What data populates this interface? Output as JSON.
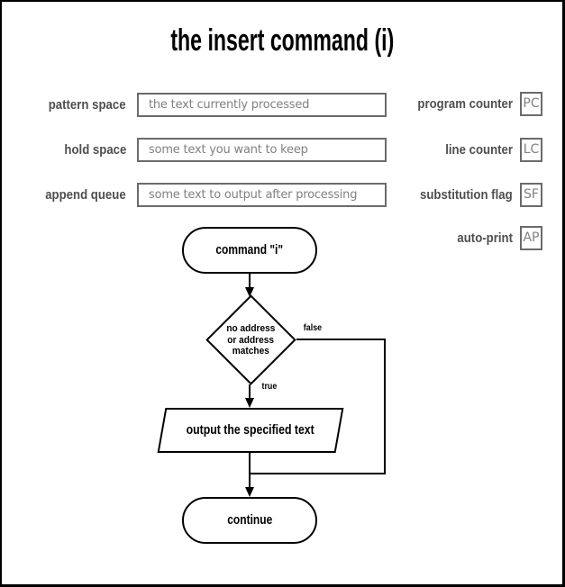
{
  "title": "the insert command (i)",
  "registers_left": [
    {
      "label": "pattern space",
      "value": "the text currently processed"
    },
    {
      "label": "hold space",
      "value": "some text you want to keep"
    },
    {
      "label": "append queue",
      "value": "some text to output after processing"
    }
  ],
  "registers_right": [
    {
      "label": "program counter",
      "abbr": "PC"
    },
    {
      "label": "line counter",
      "abbr": "LC"
    },
    {
      "label": "substitution flag",
      "abbr": "SF"
    },
    {
      "label": "auto-print",
      "abbr": "AP"
    }
  ],
  "flowchart": {
    "start_label": "command \"i\"",
    "decision_lines": [
      "no address",
      "or address",
      "matches"
    ],
    "branch_false_label": "false",
    "branch_true_label": "true",
    "process_label": "output the specified text",
    "end_label": "continue"
  },
  "colors": {
    "label_gray": "#4f4f4f",
    "box_border_gray": "#6b6b6b",
    "value_gray": "#808080",
    "flow_black": "#000000",
    "background": "#ffffff"
  }
}
